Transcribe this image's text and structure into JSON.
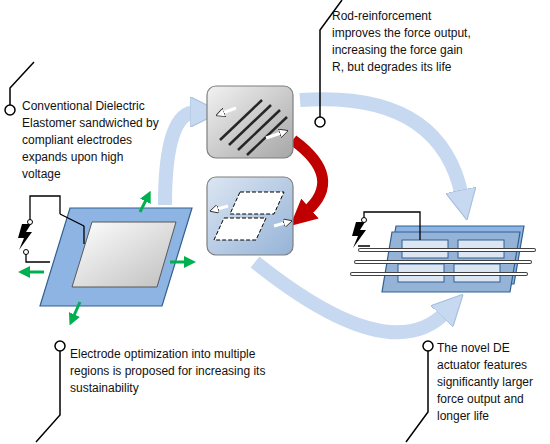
{
  "diagram": {
    "labels": [
      "Rod-reinforcement improves the force output, increasing the force gain R, but degrades its life",
      "Conventional Dielectric Elastomer sandwiched by compliant electrodes expands upon high voltage",
      "Electrode optimization into multiple regions is proposed for increasing its sustainability",
      "The novel DE actuator features significantly larger force output and longer life"
    ]
  }
}
